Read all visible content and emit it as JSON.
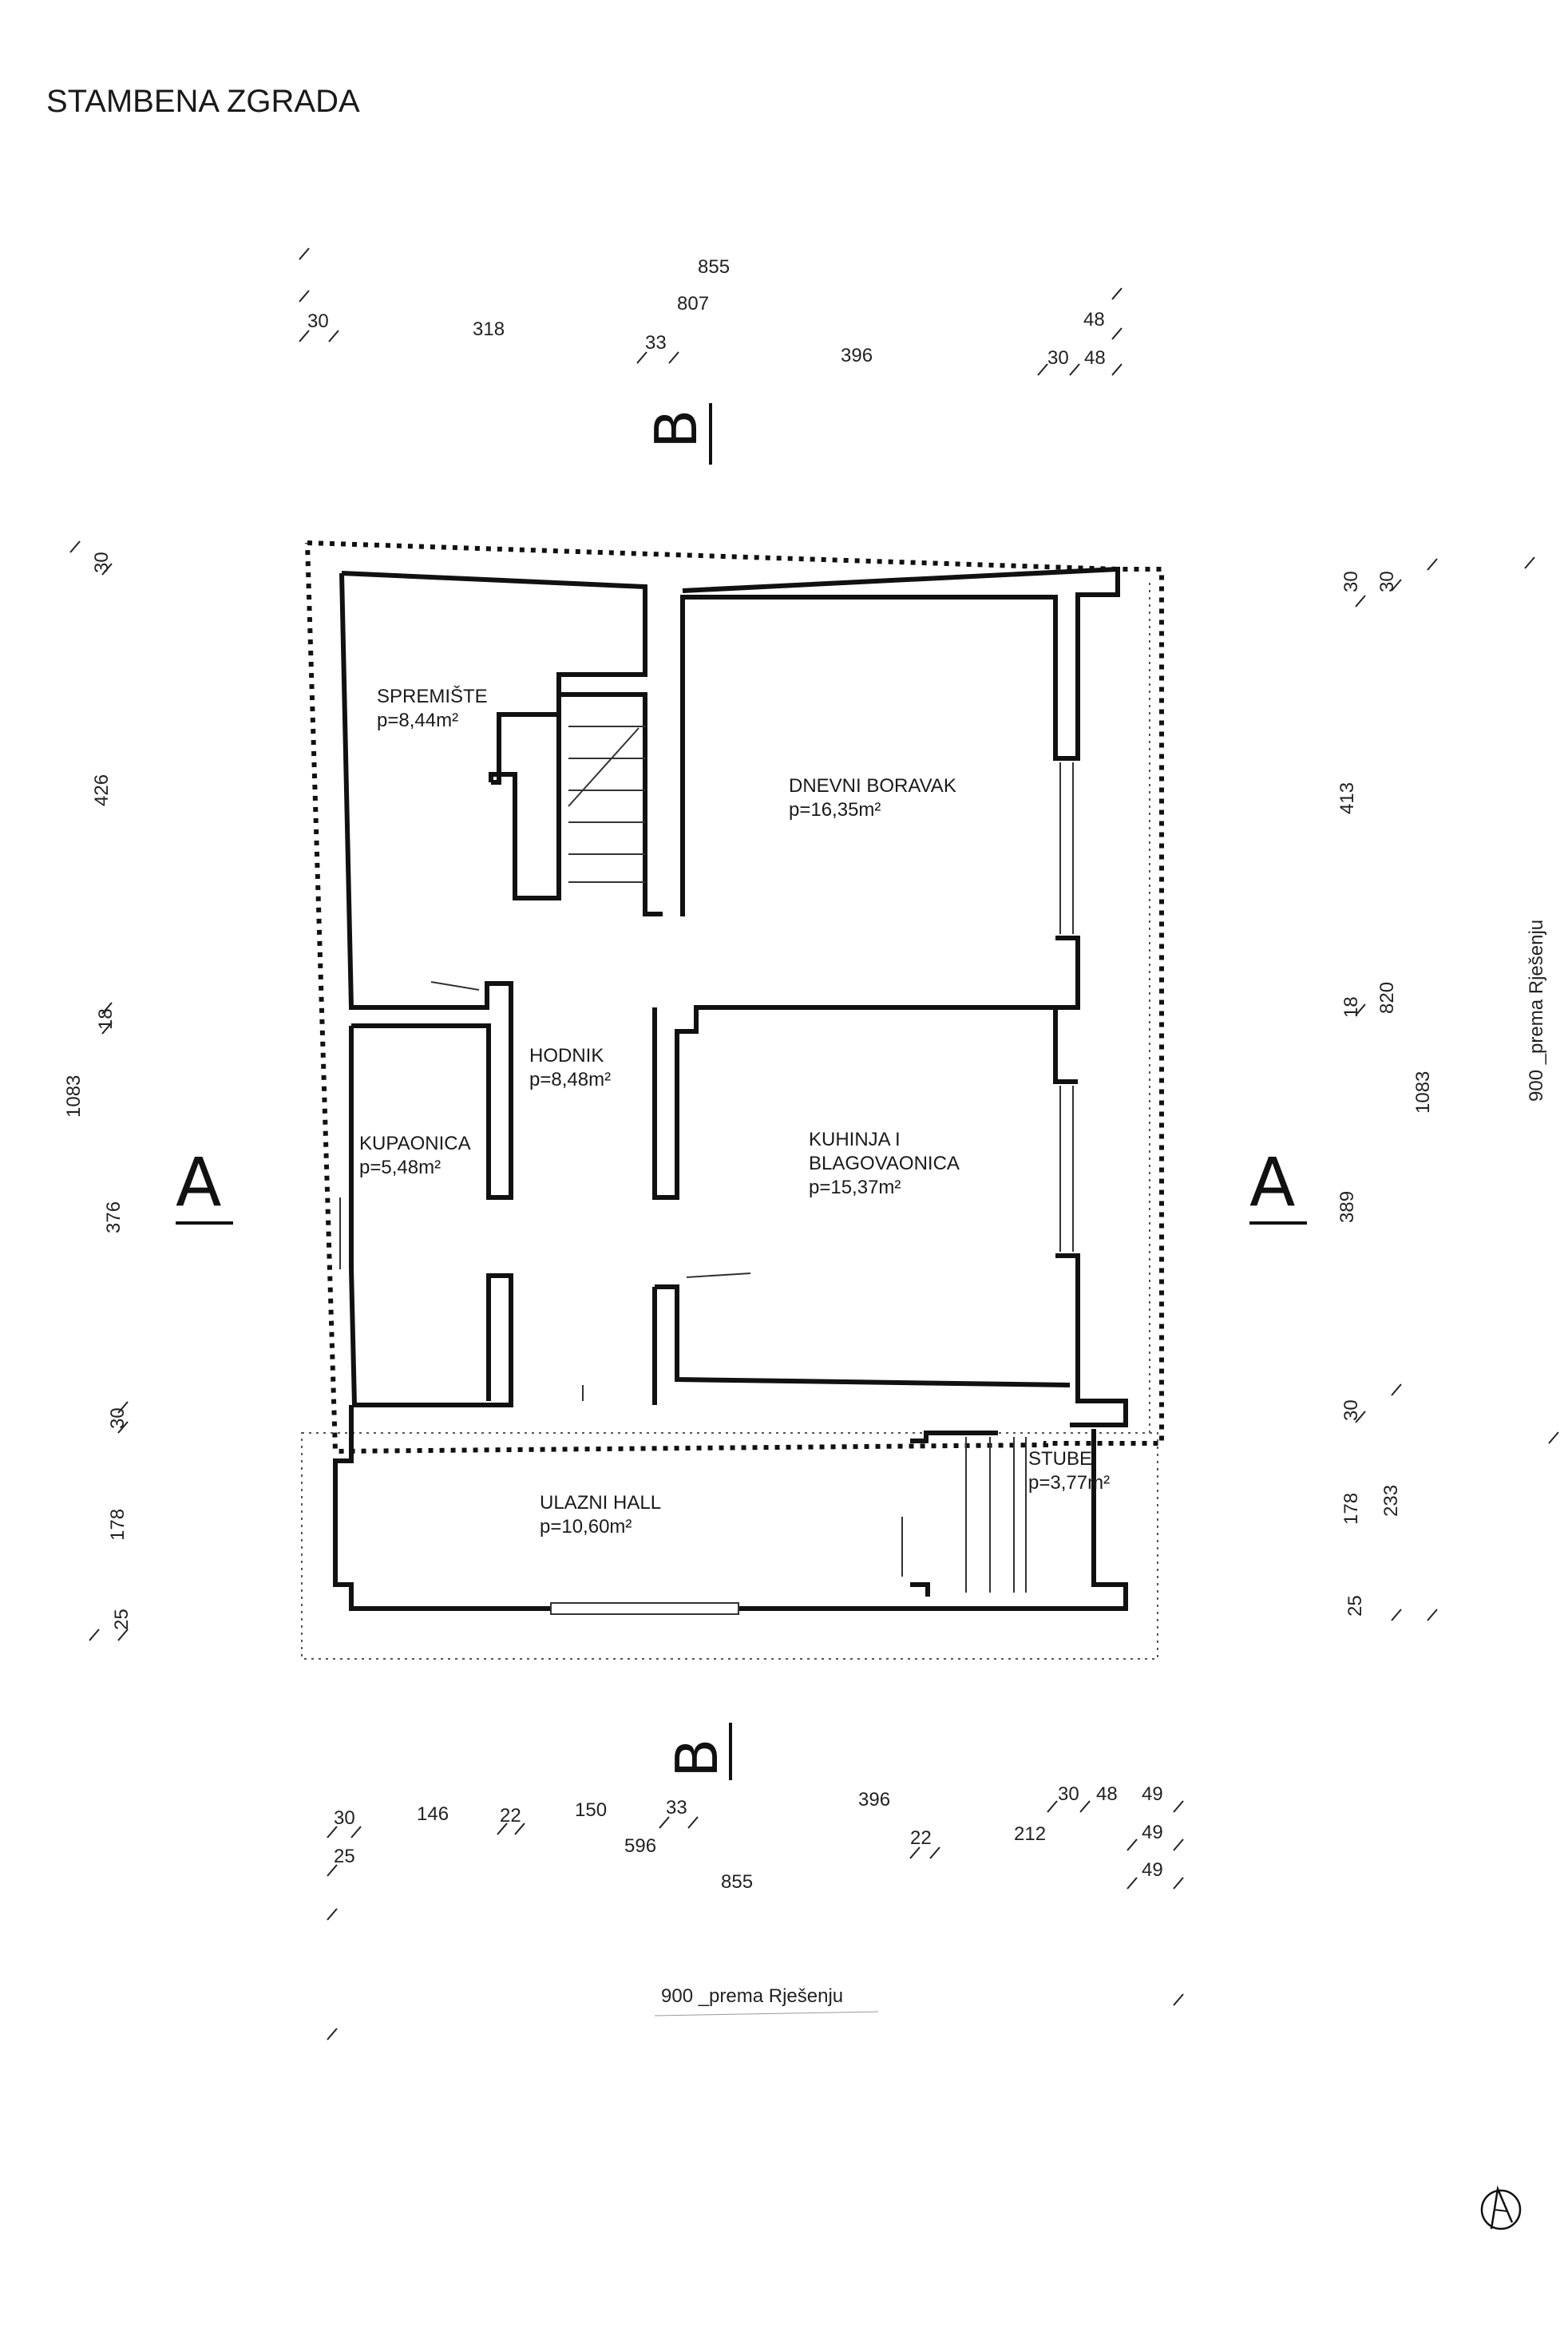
{
  "title": "STAMBENA ZGRADA",
  "sections": {
    "a_left": "A",
    "a_right": "A",
    "b_top": "B",
    "b_bottom": "B"
  },
  "rooms": [
    {
      "name": "SPREMIŠTE",
      "area": "p=8,44m²"
    },
    {
      "name": "DNEVNI BORAVAK",
      "area": "p=16,35m²"
    },
    {
      "name": "HODNIK",
      "area": "p=8,48m²"
    },
    {
      "name": "KUPAONICA",
      "area": "p=5,48m²"
    },
    {
      "name": "KUHINJA I",
      "name2": "BLAGOVAONICA",
      "area": "p=15,37m²"
    },
    {
      "name": "ULAZNI HALL",
      "area": "p=10,60m²"
    },
    {
      "name": "STUBE",
      "area": "p=3,77m²"
    }
  ],
  "dims_top": {
    "total_855": "855",
    "d_807": "807",
    "d_30": "30",
    "d_318": "318",
    "d_33": "33",
    "d_396": "396",
    "d_48a": "48",
    "d_30b": "30",
    "d_48b": "48"
  },
  "dims_bottom": {
    "d_30": "30",
    "d_146": "146",
    "d_22": "22",
    "d_150": "150",
    "d_33": "33",
    "d_396": "396",
    "d_30b": "30",
    "d_48": "48",
    "d_49a": "49",
    "d_25": "25",
    "d_596": "596",
    "d_22b": "22",
    "d_212": "212",
    "d_49b": "49",
    "d_49c": "49",
    "d_855": "855",
    "d_900": "900 _prema Rješenju"
  },
  "dims_left": {
    "d_30": "30",
    "d_426": "426",
    "d_18": "18",
    "d_1083": "1083",
    "d_376": "376",
    "d_30b": "30",
    "d_178": "178",
    "d_25": "25"
  },
  "dims_right": {
    "d_30a": "30",
    "d_30b": "30",
    "d_413": "413",
    "d_18": "18",
    "d_820": "820",
    "d_1083": "1083",
    "d_389": "389",
    "d_30c": "30",
    "d_178": "178",
    "d_233": "233",
    "d_25": "25",
    "d_900": "900 _prema Rješenju"
  },
  "north_icon": "north-arrow-icon"
}
